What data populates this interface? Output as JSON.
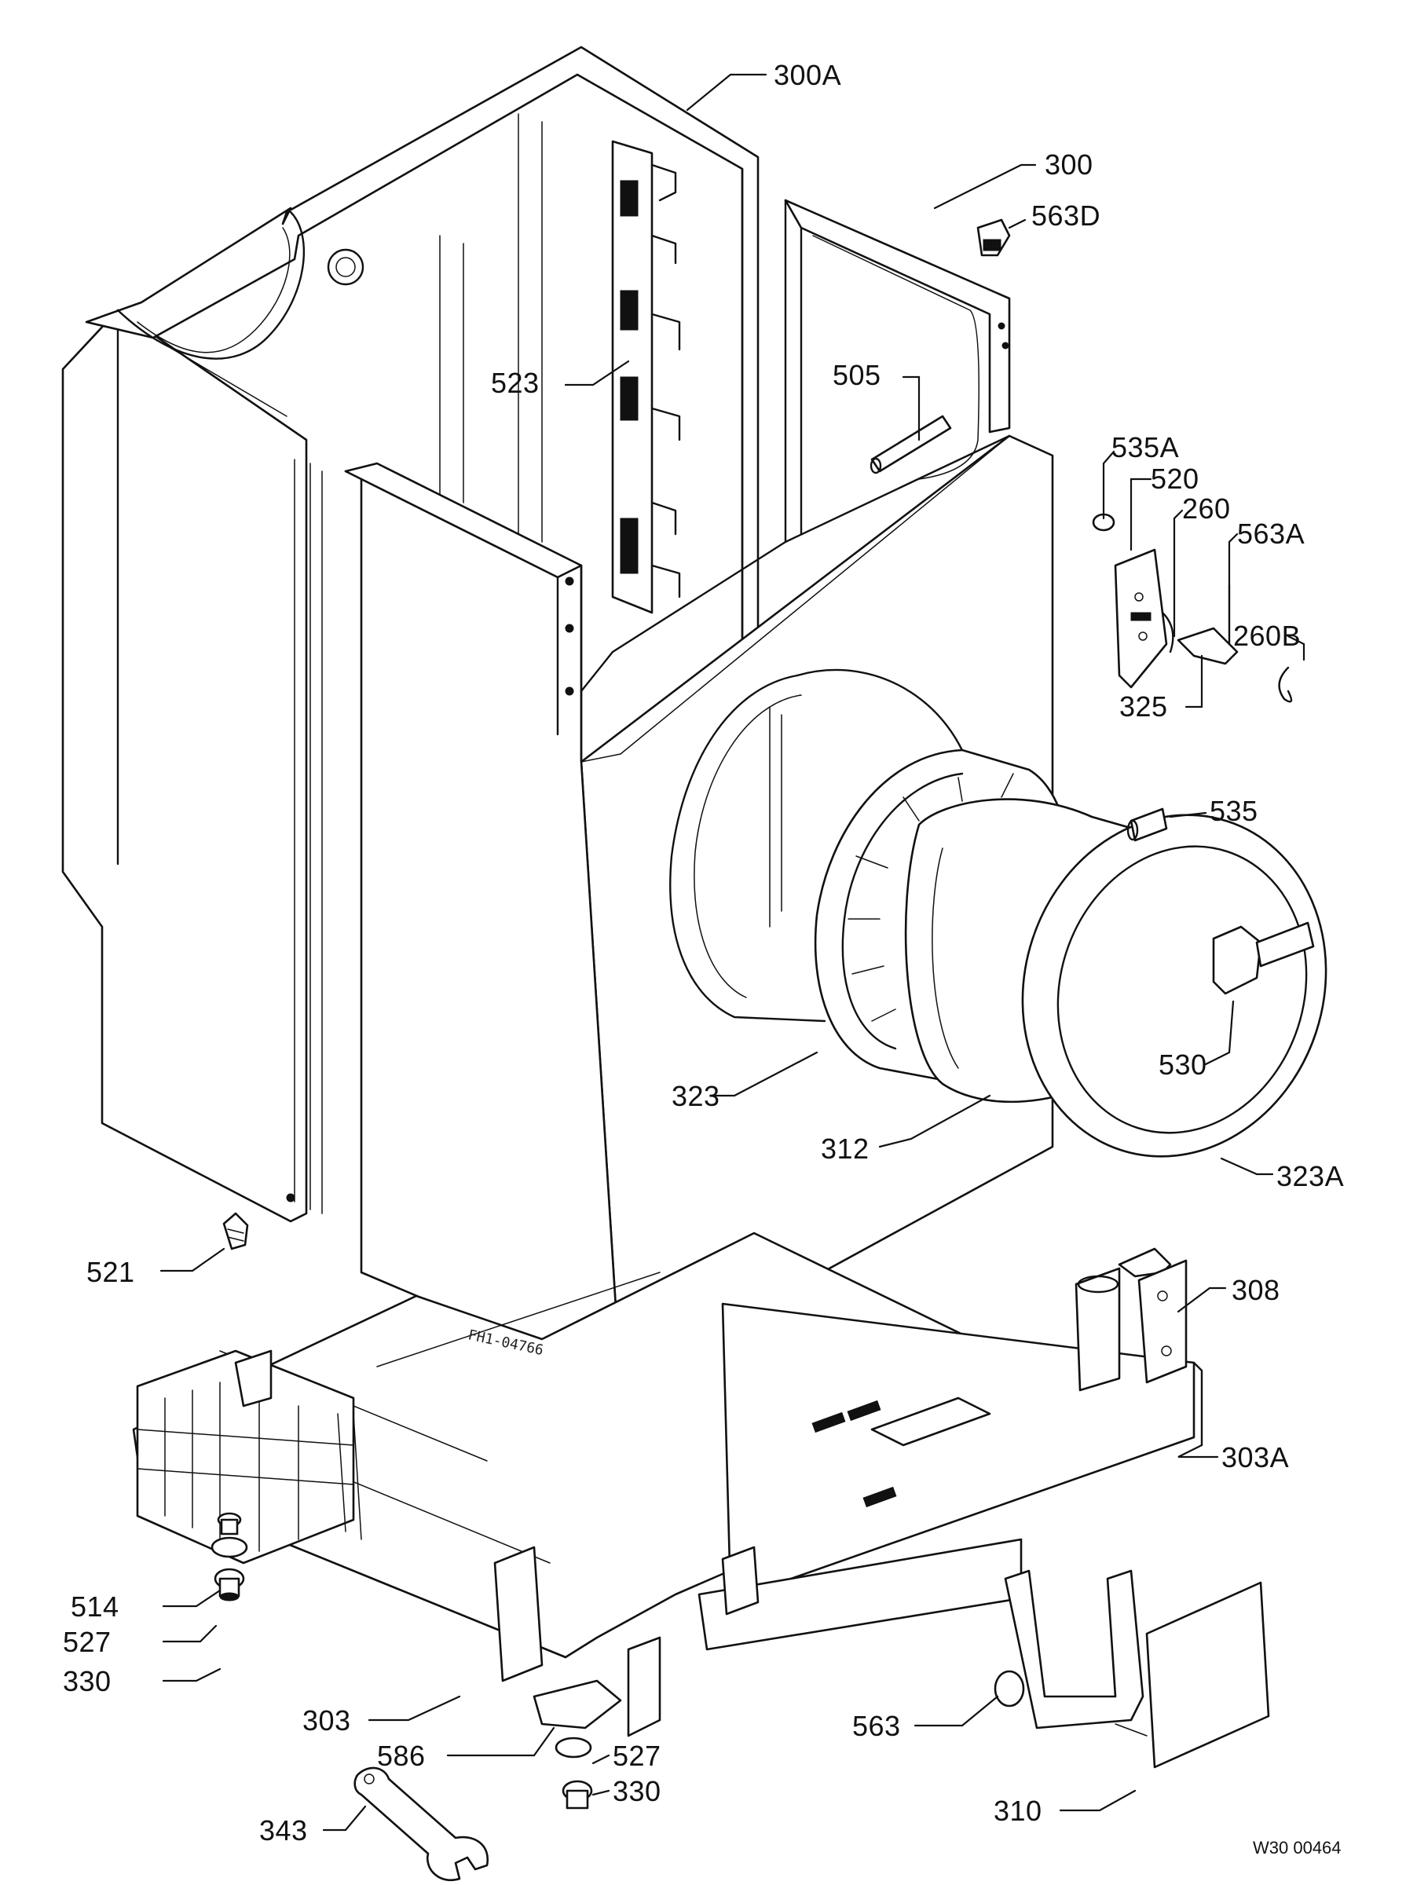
{
  "diagram": {
    "drawing_code": "W30 00464",
    "stamp": "FH1-04766",
    "callouts": [
      {
        "key": "c300A",
        "label": "300A"
      },
      {
        "key": "c300",
        "label": "300"
      },
      {
        "key": "c563D",
        "label": "563D"
      },
      {
        "key": "c523",
        "label": "523"
      },
      {
        "key": "c505",
        "label": "505"
      },
      {
        "key": "c535A",
        "label": "535A"
      },
      {
        "key": "c520",
        "label": "520"
      },
      {
        "key": "c260",
        "label": "260"
      },
      {
        "key": "c563A",
        "label": "563A"
      },
      {
        "key": "c260B",
        "label": "260B"
      },
      {
        "key": "c325",
        "label": "325"
      },
      {
        "key": "c535",
        "label": "535"
      },
      {
        "key": "c530",
        "label": "530"
      },
      {
        "key": "c323",
        "label": "323"
      },
      {
        "key": "c312",
        "label": "312"
      },
      {
        "key": "c323A",
        "label": "323A"
      },
      {
        "key": "c521",
        "label": "521"
      },
      {
        "key": "c308",
        "label": "308"
      },
      {
        "key": "c303A",
        "label": "303A"
      },
      {
        "key": "c514",
        "label": "514"
      },
      {
        "key": "c527a",
        "label": "527"
      },
      {
        "key": "c330a",
        "label": "330"
      },
      {
        "key": "c303",
        "label": "303"
      },
      {
        "key": "c586",
        "label": "586"
      },
      {
        "key": "c527b",
        "label": "527"
      },
      {
        "key": "c330b",
        "label": "330"
      },
      {
        "key": "c343",
        "label": "343"
      },
      {
        "key": "c563",
        "label": "563"
      },
      {
        "key": "c310",
        "label": "310"
      }
    ]
  }
}
